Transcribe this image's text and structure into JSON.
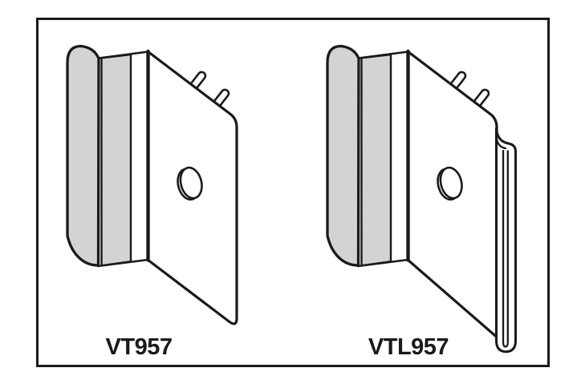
{
  "diagram": {
    "title": "bracket comparison illustration",
    "border_color": "#1a1a1a",
    "line_color": "#1a1a1a",
    "metal_fill": "#d2d3d5",
    "background": "#ffffff",
    "figures": [
      {
        "id": "vt957",
        "label": "VT957",
        "description": "isometric angle bracket with two top tabs and one round hole"
      },
      {
        "id": "vtl957",
        "label": "VTL957",
        "description": "isometric angle bracket with two top tabs, one round hole and a folded lip on the outer edge"
      }
    ]
  }
}
